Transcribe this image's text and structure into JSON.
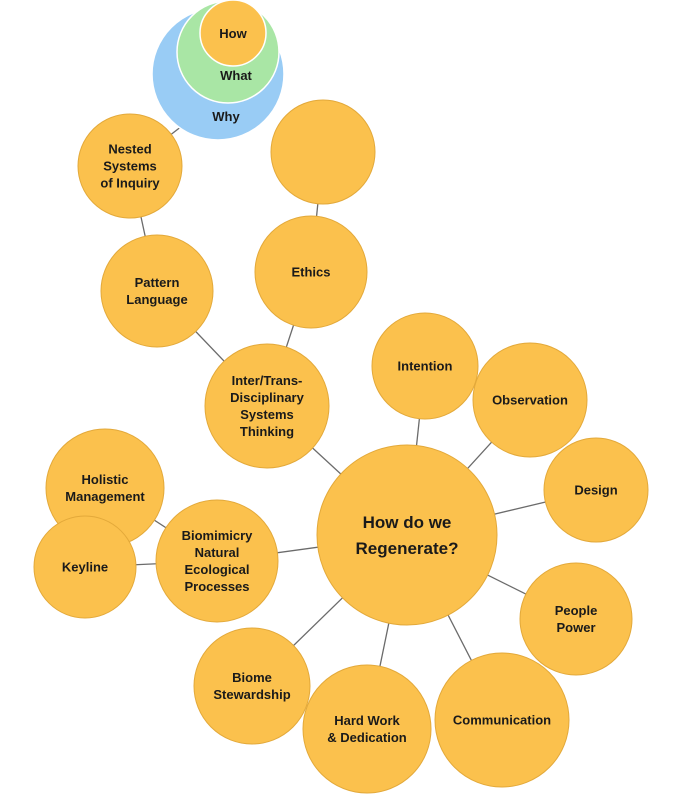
{
  "colors": {
    "node_fill": "#FBC14D",
    "node_stroke": "#E3A93A",
    "edge": "#6b6b6b",
    "why": "#99CCF5",
    "what": "#A9E6A5",
    "how": "#FBC14D",
    "text": "#1a1a1a"
  },
  "nested": {
    "why": "Why",
    "what": "What",
    "how": "How"
  },
  "nodes": {
    "center": [
      "How do we",
      "Regenerate?"
    ],
    "nested_systems": [
      "Nested",
      "Systems",
      "of Inquiry"
    ],
    "pattern_language": [
      "Pattern",
      "Language"
    ],
    "blank": [],
    "ethics": [
      "Ethics"
    ],
    "inter_trans": [
      "Inter/Trans-",
      "Disciplinary",
      "Systems",
      "Thinking"
    ],
    "holistic_management": [
      "Holistic",
      "Management"
    ],
    "keyline": [
      "Keyline"
    ],
    "biomimicry": [
      "Biomimicry",
      "Natural",
      "Ecological",
      "Processes"
    ],
    "intention": [
      "Intention"
    ],
    "observation": [
      "Observation"
    ],
    "design": [
      "Design"
    ],
    "people_power": [
      "People",
      "Power"
    ],
    "communication": [
      "Communication"
    ],
    "hard_work": [
      "Hard Work",
      "& Dedication"
    ],
    "biome_stewardship": [
      "Biome",
      "Stewardship"
    ]
  }
}
